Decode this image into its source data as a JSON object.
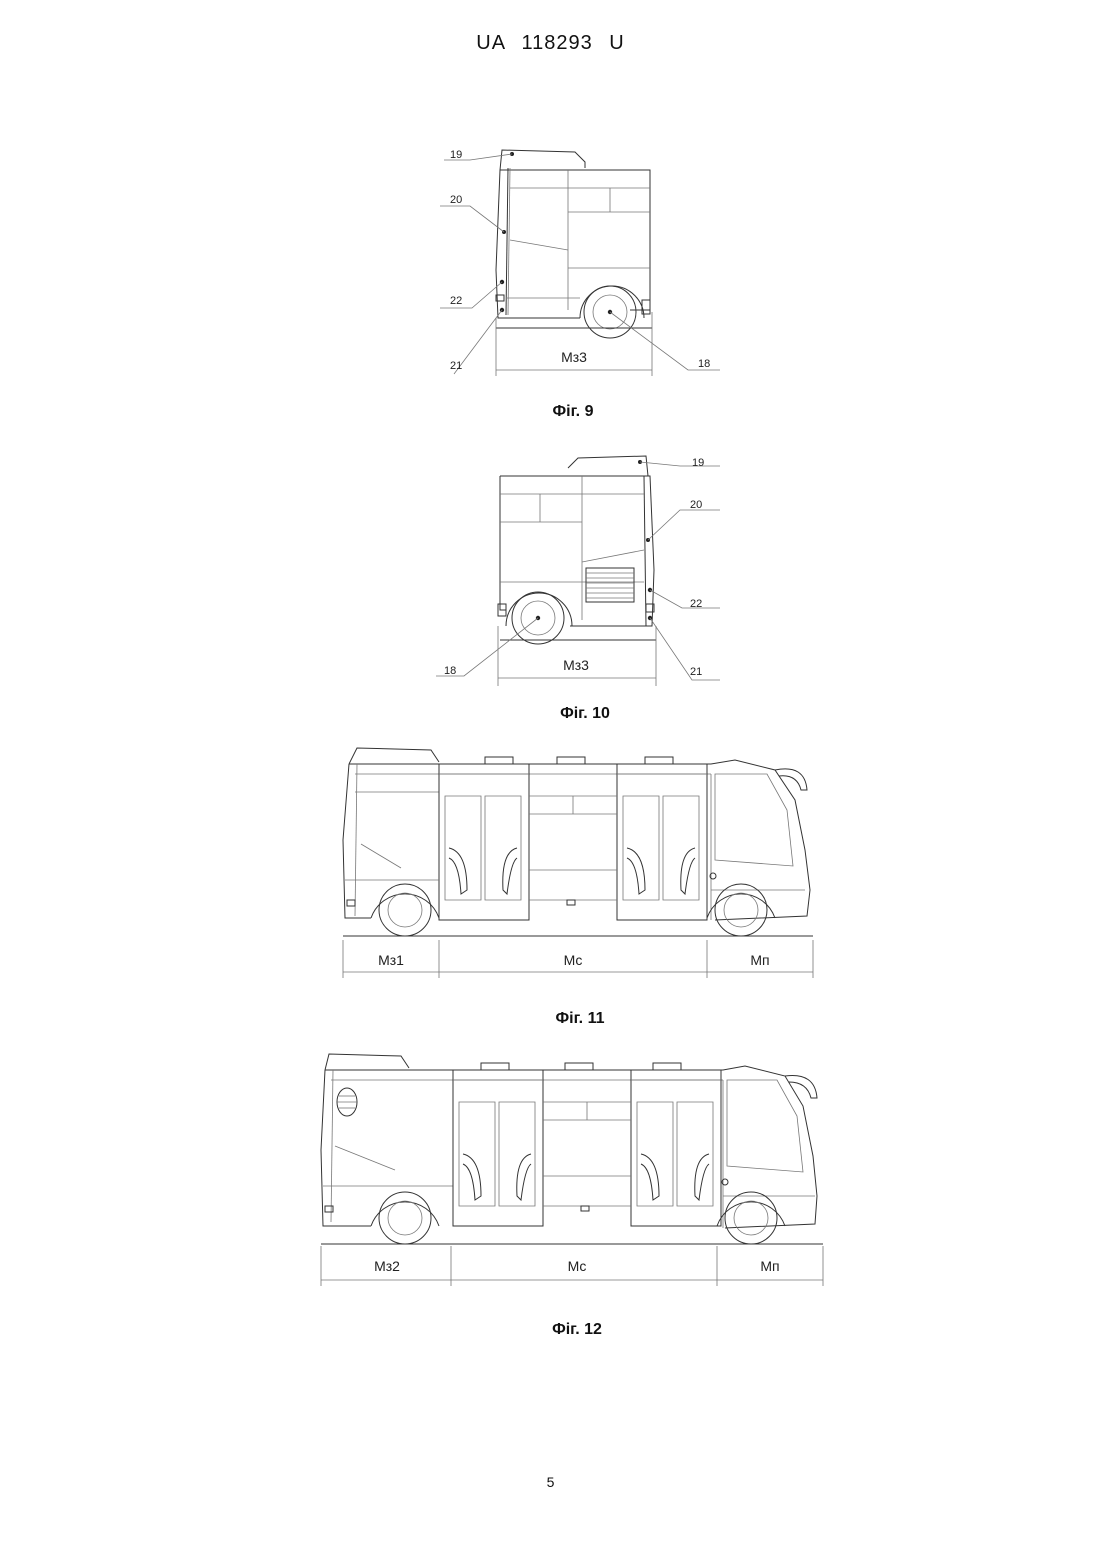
{
  "header": {
    "doc_number": "UA   118293   U"
  },
  "figures": [
    {
      "caption": "Фіг. 9",
      "labels": {
        "a": "19",
        "b": "20",
        "c": "22",
        "d": "21",
        "e": "18"
      },
      "dimension": "Мз3"
    },
    {
      "caption": "Фіг. 10",
      "labels": {
        "a": "19",
        "b": "20",
        "c": "22",
        "d": "21",
        "e": "18"
      },
      "dimension": "Мз3"
    },
    {
      "caption": "Фіг. 11",
      "dimensions": [
        "Мз1",
        "Мс",
        "Мп"
      ]
    },
    {
      "caption": "Фіг. 12",
      "dimensions": [
        "Мз2",
        "Мс",
        "Мп"
      ]
    }
  ],
  "footer": {
    "page_number": "5"
  }
}
